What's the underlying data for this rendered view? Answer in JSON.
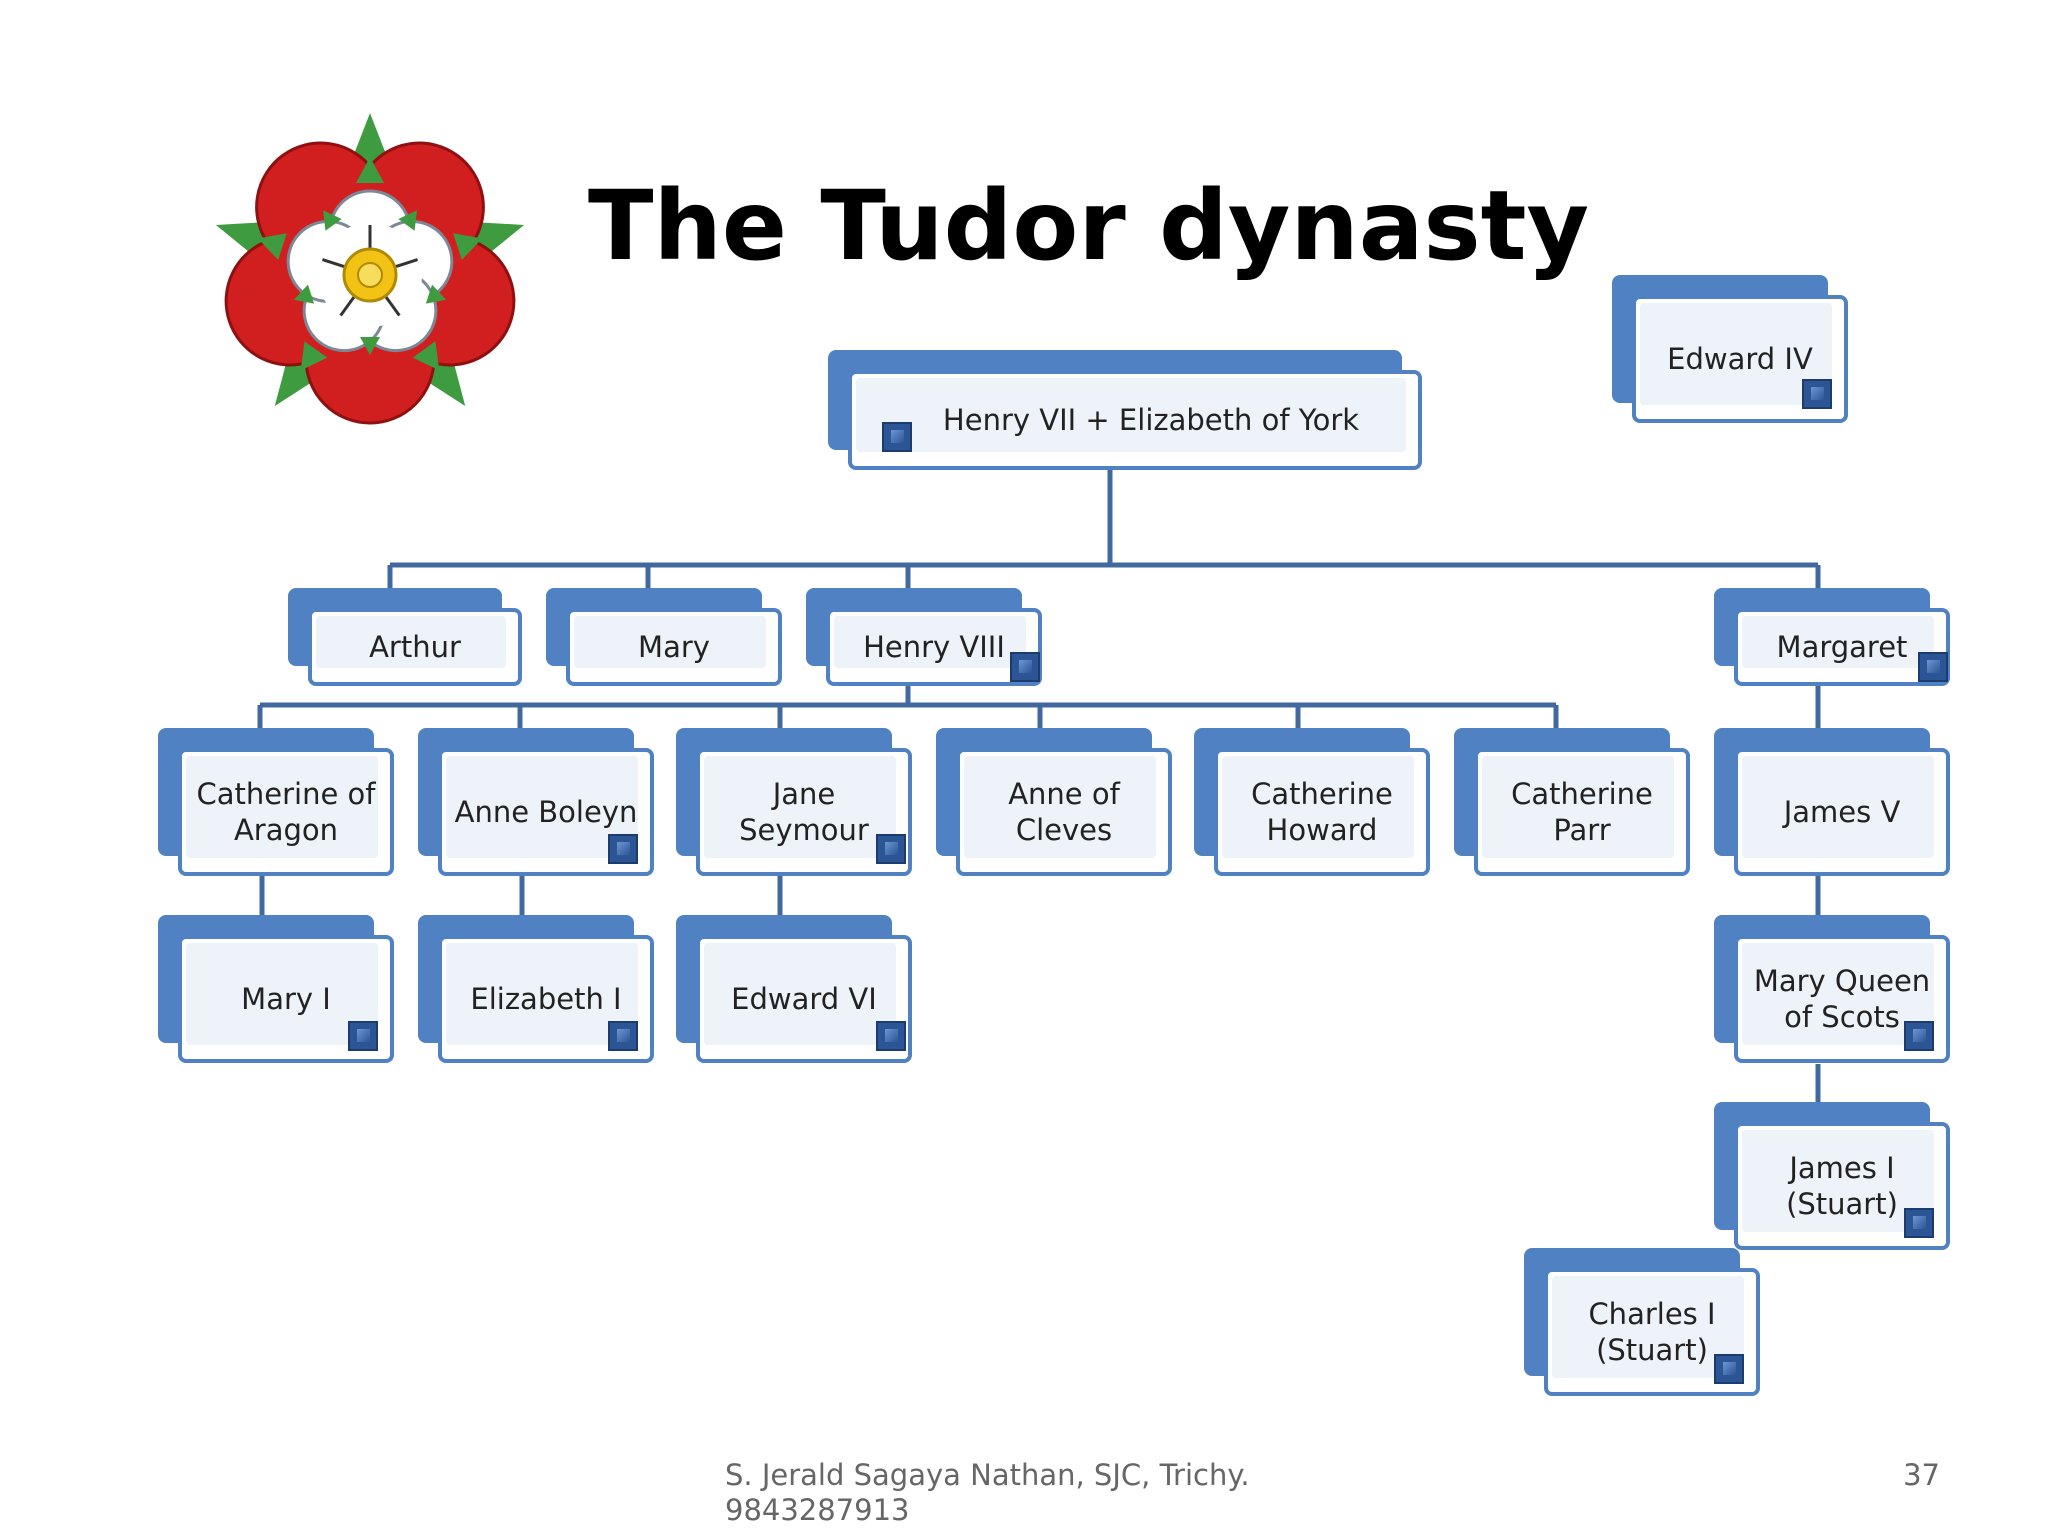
{
  "title": "The Tudor dynasty",
  "footer": "S. Jerald Sagaya Nathan, SJC, Trichy. 9843287913",
  "page_number": "37",
  "colors": {
    "node_border": "#5081c2",
    "icon": "#2c5596"
  },
  "nodes": {
    "edward_iv": "Edward IV",
    "henry_vii": "Henry VII +  Elizabeth of York",
    "arthur": "Arthur",
    "mary": "Mary",
    "henry_viii": "Henry VIII",
    "margaret": "Margaret",
    "catherine_aragon": "Catherine of\nAragon",
    "anne_boleyn": "Anne Boleyn",
    "jane_seymour": "Jane\nSeymour",
    "anne_cleves": "Anne of\nCleves",
    "catherine_howard": "Catherine\nHoward",
    "catherine_parr": "Catherine\nParr",
    "james_v": "James V",
    "mary_i": "Mary I",
    "elizabeth_i": "Elizabeth I",
    "edward_vi": "Edward VI",
    "mary_queen_of_scots": "Mary Queen\nof Scots",
    "james_i": "James I\n(Stuart)",
    "charles_i": "Charles I\n(Stuart)"
  }
}
